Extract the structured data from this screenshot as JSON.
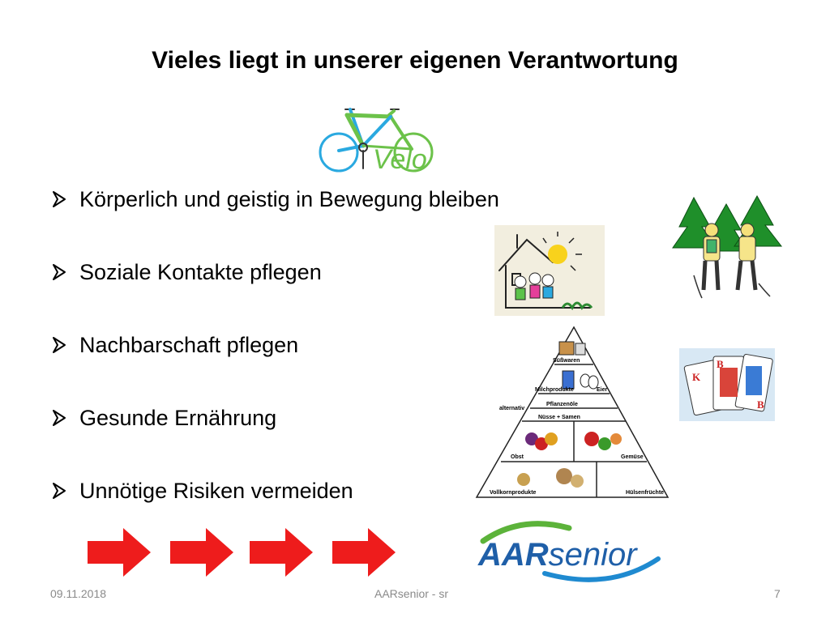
{
  "slide": {
    "title": "Vieles liegt in unserer eigenen Verantwortung",
    "bullets": [
      "Körperlich und geistig in Bewegung bleiben",
      "Soziale Kontakte pflegen",
      "Nachbarschaft pflegen",
      "Gesunde Ernährung",
      "Unnötige Risiken vermeiden"
    ],
    "velo_word": "Velo",
    "pyramid": {
      "labels": [
        "Süßwaren",
        "Milchprodukte",
        "Eier",
        "Pflanzenöle",
        "alternativ",
        "Nüsse + Samen",
        "Obst",
        "Gemüse",
        "Vollkornprodukte",
        "Hülsenfrüchte"
      ]
    },
    "cards": {
      "letters": [
        "K",
        "B",
        "B"
      ]
    },
    "logo": {
      "part1": "AAR",
      "part2": "senior"
    },
    "footer": {
      "date": "09.11.2018",
      "center": "AARsenior - sr",
      "page": "7"
    },
    "colors": {
      "arrow": "#ee1c1c",
      "logo_blue": "#1f5fa8",
      "logo_green": "#5cb33a",
      "bike_blue": "#2aa9e0",
      "bike_green": "#6cc24a",
      "footer": "#8a8a8a"
    }
  }
}
